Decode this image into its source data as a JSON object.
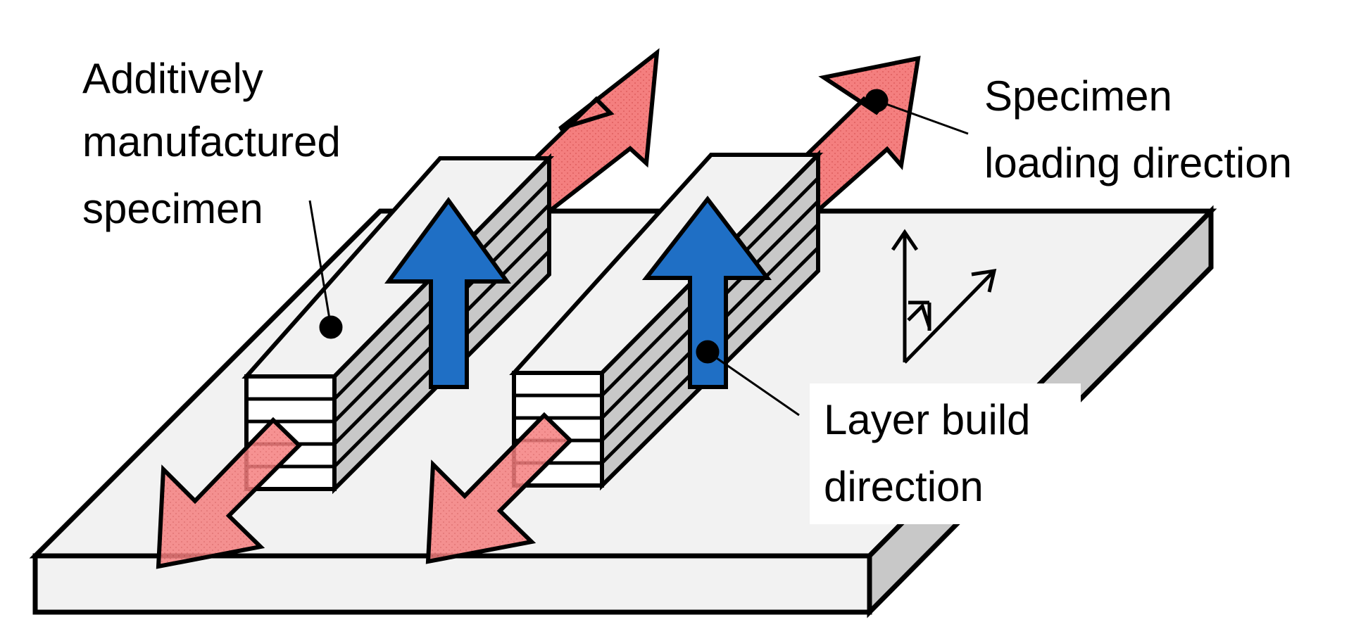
{
  "labels": {
    "specimen": [
      "Additively",
      "manufactured",
      "specimen"
    ],
    "loading": [
      "Specimen",
      "loading direction"
    ],
    "build": [
      "Layer build",
      "direction"
    ]
  },
  "colors": {
    "plate_top": "#f2f2f2",
    "plate_side": "#c8c8c8",
    "specimen_top": "#f2f2f2",
    "specimen_side": "#c8c8c8",
    "build_arrow": "#1f6fc5",
    "load_arrow": "#f47f7f",
    "outline": "#000000"
  },
  "icons": [
    "build-direction-arrow",
    "loading-direction-arrow",
    "axis-triad-icon"
  ]
}
